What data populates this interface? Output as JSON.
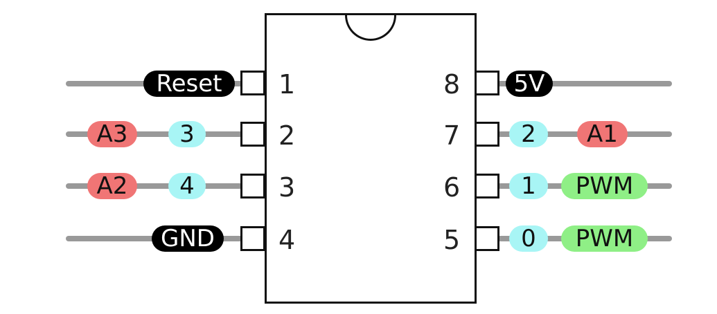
{
  "pins": [
    {
      "number": "1",
      "labels": [
        "Reset"
      ]
    },
    {
      "number": "2",
      "labels": [
        "A3",
        "3"
      ]
    },
    {
      "number": "3",
      "labels": [
        "A2",
        "4"
      ]
    },
    {
      "number": "4",
      "labels": [
        "GND"
      ]
    },
    {
      "number": "5",
      "labels": [
        "0",
        "PWM"
      ]
    },
    {
      "number": "6",
      "labels": [
        "1",
        "PWM"
      ]
    },
    {
      "number": "7",
      "labels": [
        "2",
        "A1"
      ]
    },
    {
      "number": "8",
      "labels": [
        "5V"
      ]
    }
  ],
  "colors": {
    "power": "#000000",
    "analog": "#f07575",
    "digital": "#a8f5f5",
    "pwm": "#8fef86"
  }
}
